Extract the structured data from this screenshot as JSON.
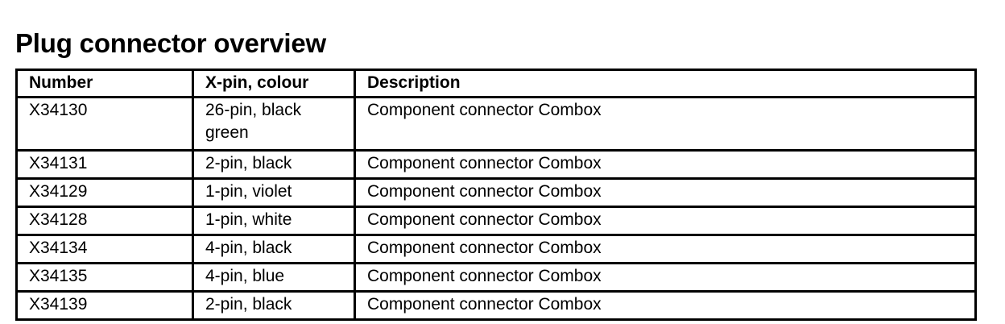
{
  "document": {
    "title": "Plug connector overview",
    "background_color": "#ffffff",
    "text_color": "#000000",
    "border_color": "#000000"
  },
  "table": {
    "columns": [
      {
        "key": "number",
        "label": "Number"
      },
      {
        "key": "pin_colour",
        "label": "X-pin, colour"
      },
      {
        "key": "description",
        "label": "Description"
      }
    ],
    "rows": [
      {
        "number": "X34130",
        "pin_colour_line1": "26-pin, black",
        "pin_colour_line2": "green",
        "description": "Component connector Combox"
      },
      {
        "number": "X34131",
        "pin_colour_line1": "2-pin, black",
        "pin_colour_line2": "",
        "description": "Component connector Combox"
      },
      {
        "number": "X34129",
        "pin_colour_line1": "1-pin, violet",
        "pin_colour_line2": "",
        "description": "Component connector Combox"
      },
      {
        "number": "X34128",
        "pin_colour_line1": "1-pin, white",
        "pin_colour_line2": "",
        "description": "Component connector Combox"
      },
      {
        "number": "X34134",
        "pin_colour_line1": "4-pin, black",
        "pin_colour_line2": "",
        "description": "Component connector Combox"
      },
      {
        "number": "X34135",
        "pin_colour_line1": "4-pin, blue",
        "pin_colour_line2": "",
        "description": "Component connector Combox"
      },
      {
        "number": "X34139",
        "pin_colour_line1": "2-pin, black",
        "pin_colour_line2": "",
        "description": "Component connector Combox"
      }
    ]
  }
}
